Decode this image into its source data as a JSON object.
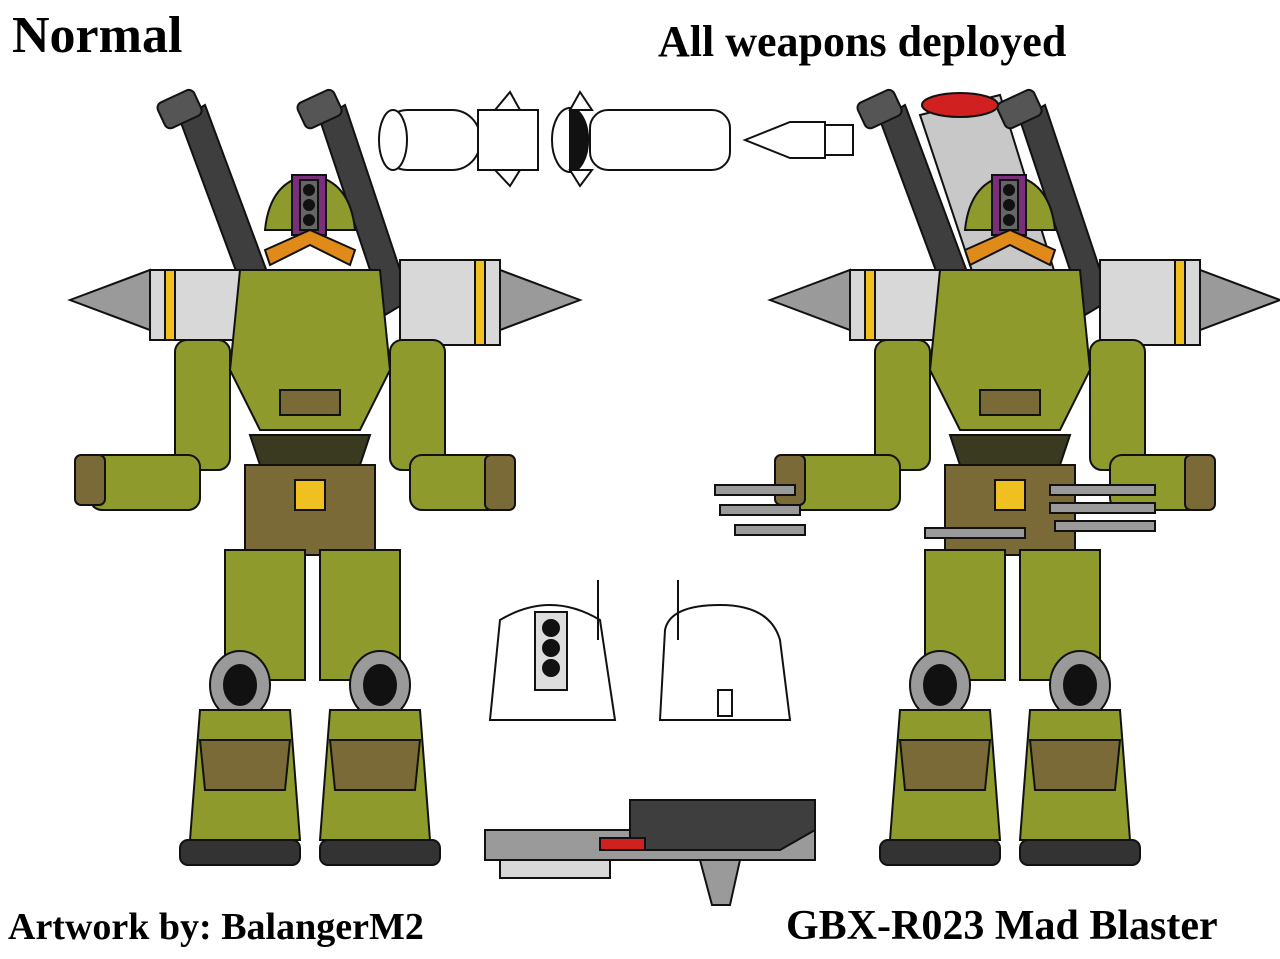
{
  "labels": {
    "normal": "Normal",
    "all_weapons": "All weapons deployed",
    "credit": "Artwork by: BalangerM2",
    "model": "GBX-R023 Mad Blaster"
  },
  "palette": {
    "armor_green": "#8f9a2c",
    "armor_brown": "#7a6a38",
    "steel_gray": "#9a9a9a",
    "light_gray": "#d8d8d8",
    "dark_gray": "#3e3e3e",
    "visor_orange": "#e08a1a",
    "accent_purple": "#7a2f7a",
    "accent_yellow": "#f0c020",
    "signal_red": "#d02020"
  },
  "figures": [
    {
      "id": "normal",
      "name": "mecha-normal-pose"
    },
    {
      "id": "deployed",
      "name": "mecha-weapons-deployed"
    }
  ]
}
